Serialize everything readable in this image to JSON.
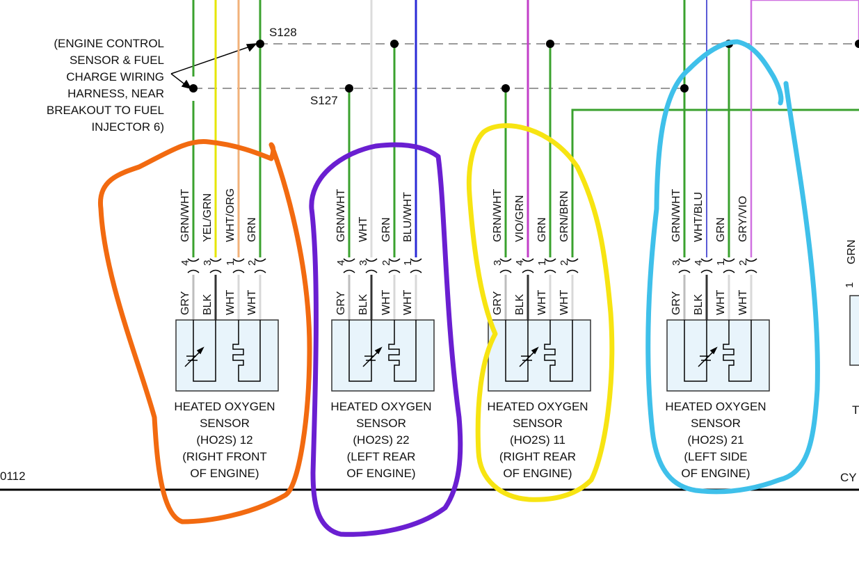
{
  "harness_note": [
    "(ENGINE CONTROL",
    "SENSOR & FUEL",
    "CHARGE WIRING",
    "HARNESS, NEAR",
    "BREAKOUT TO FUEL",
    "INJECTOR 6)"
  ],
  "splices": {
    "s128": "S128",
    "s127": "S127"
  },
  "edge_left": "0112",
  "edge_right_bottom": "CY",
  "edge_right_mid": "T",
  "edge_right_wire": {
    "pin": "1",
    "color": "GRN"
  },
  "sensors": [
    {
      "caption": [
        "HEATED OXYGEN",
        "SENSOR",
        "(HO2S) 12",
        "(RIGHT FRONT",
        "OF ENGINE)"
      ],
      "harness_wires": [
        {
          "pin": "4",
          "color": "GRN/WHT"
        },
        {
          "pin": "3",
          "color": "YEL/GRN"
        },
        {
          "pin": "1",
          "color": "WHT/ORG"
        },
        {
          "pin": "2",
          "color": "GRN"
        }
      ],
      "sensor_wires": [
        "GRY",
        "BLK",
        "WHT",
        "WHT"
      ],
      "highlight": "#f26a10"
    },
    {
      "caption": [
        "HEATED OXYGEN",
        "SENSOR",
        "(HO2S) 22",
        "(LEFT REAR",
        "OF ENGINE)"
      ],
      "harness_wires": [
        {
          "pin": "4",
          "color": "GRN/WHT"
        },
        {
          "pin": "3",
          "color": "WHT"
        },
        {
          "pin": "2",
          "color": "GRN"
        },
        {
          "pin": "1",
          "color": "BLU/WHT"
        }
      ],
      "sensor_wires": [
        "GRY",
        "BLK",
        "WHT",
        "WHT"
      ],
      "highlight": "#6a1fd1"
    },
    {
      "caption": [
        "HEATED OXYGEN",
        "SENSOR",
        "(HO2S) 11",
        "(RIGHT REAR",
        "OF ENGINE)"
      ],
      "harness_wires": [
        {
          "pin": "3",
          "color": "GRN/WHT"
        },
        {
          "pin": "4",
          "color": "VIO/GRN"
        },
        {
          "pin": "1",
          "color": "GRN"
        },
        {
          "pin": "2",
          "color": "GRN/BRN"
        }
      ],
      "sensor_wires": [
        "GRY",
        "BLK",
        "WHT",
        "WHT"
      ],
      "highlight": "#f7e412"
    },
    {
      "caption": [
        "HEATED OXYGEN",
        "SENSOR",
        "(HO2S) 21",
        "(LEFT SIDE",
        "OF ENGINE)"
      ],
      "harness_wires": [
        {
          "pin": "3",
          "color": "GRN/WHT"
        },
        {
          "pin": "4",
          "color": "WHT/BLU"
        },
        {
          "pin": "1",
          "color": "GRN"
        },
        {
          "pin": "2",
          "color": "GRY/VIO"
        }
      ],
      "sensor_wires": [
        "GRY",
        "BLK",
        "WHT",
        "WHT"
      ],
      "highlight": "#3fc0ea"
    }
  ]
}
